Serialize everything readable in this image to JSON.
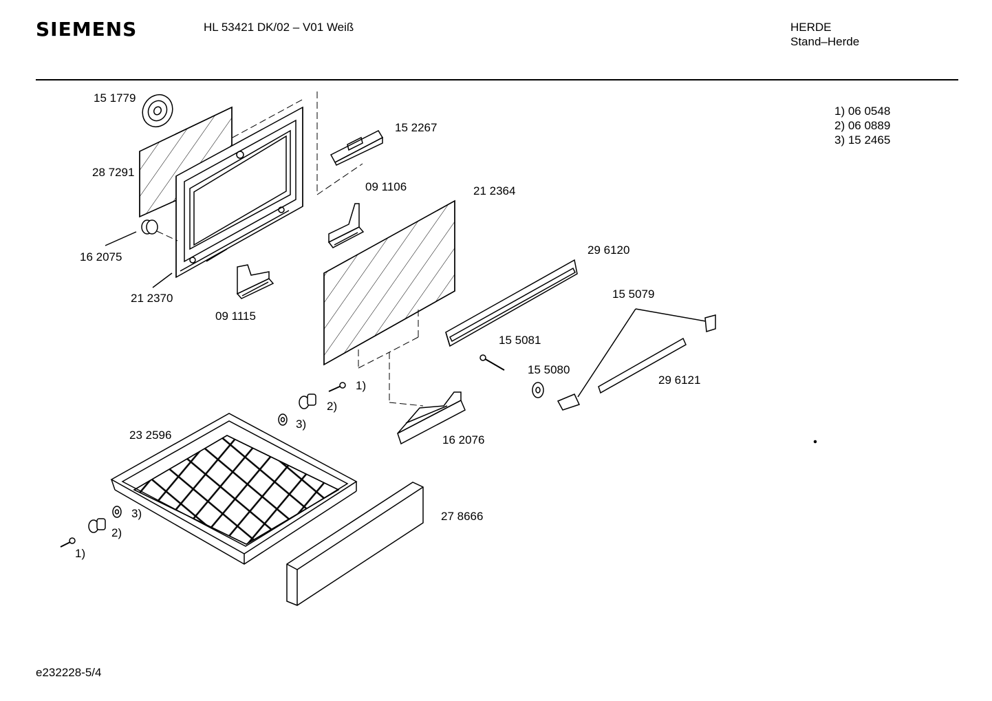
{
  "header": {
    "brand": "SIEMENS",
    "model": "HL 53421 DK/02 – V01 Weiß",
    "category": "HERDE",
    "subcategory": "Stand–Herde"
  },
  "notes": [
    "1) 06 0548",
    "2) 06 0889",
    "3) 15 2465"
  ],
  "parts": {
    "p151779": "15 1779",
    "p287291": "28 7291",
    "p162075": "16 2075",
    "p212370": "21 2370",
    "p091115": "09 1115",
    "p152267": "15 2267",
    "p091106": "09 1106",
    "p212364": "21 2364",
    "p296120": "29 6120",
    "p155079": "15 5079",
    "p155081": "15 5081",
    "p155080": "15 5080",
    "p296121": "29 6121",
    "p162076": "16 2076",
    "p232596": "23 2596",
    "p278666": "27 8666"
  },
  "callouts": {
    "c1a": "1)",
    "c2a": "2)",
    "c3a": "3)",
    "c1b": "1)",
    "c2b": "2)",
    "c3b": "3)"
  },
  "footer": "e232228-5/4"
}
